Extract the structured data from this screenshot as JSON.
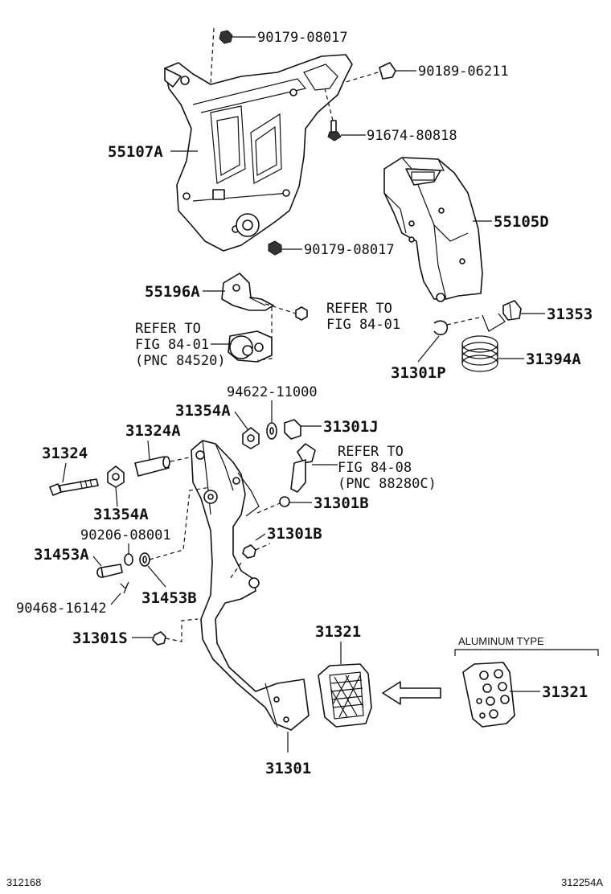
{
  "labels": {
    "nut_top": "90179-08017",
    "clip_top": "90189-06211",
    "bolt_top": "91674-80818",
    "bracket": "55107A",
    "cover": "55105D",
    "nut_mid": "90179-08017",
    "bracket_small": "55196A",
    "refer1": "REFER TO",
    "refer1b": "FIG 84-01",
    "refer2": "REFER TO",
    "refer2b": "FIG 84-01",
    "refer2c": "(PNC 84520)",
    "cushion": "31353",
    "clip_spring": "31301P",
    "spring": "31394A",
    "washer_code": "94622-11000",
    "bush_top": "31354A",
    "nut_j": "31301J",
    "collar": "31324A",
    "bolt": "31324",
    "refer3": "REFER TO",
    "refer3b": "FIG 84-08",
    "refer3c": "(PNC 88280C)",
    "stopper_b1": "31301B",
    "bush_low": "31354A",
    "washer2": "90206-08001",
    "stopper_b2": "31301B",
    "pin": "31453A",
    "pin_clip": "90468-16142",
    "bush2": "31453B",
    "stopper_s": "31301S",
    "pad": "31321",
    "pedal": "31301",
    "aluminum_type": "ALUMINUM TYPE",
    "pad_alu": "31321",
    "code_left": "312168",
    "code_right": "312254A"
  }
}
